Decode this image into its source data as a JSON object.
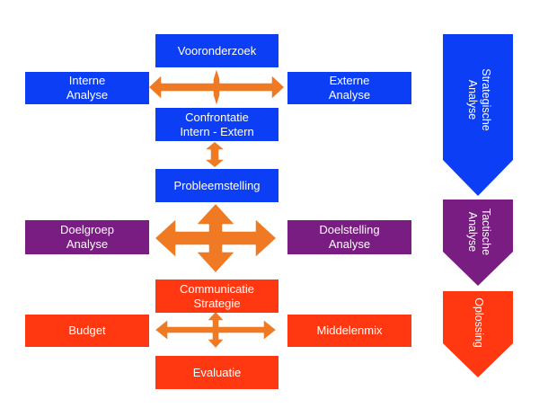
{
  "colors": {
    "blue": "#0c3ef5",
    "purple": "#7a1d82",
    "red": "#ff3812",
    "arrow_fill": "#f07a23",
    "arrow_stroke": "#ffffff"
  },
  "boxes": {
    "vooronderzoek": "Vooronderzoek",
    "interne_analyse": [
      "Interne",
      "Analyse"
    ],
    "externe_analyse": [
      "Externe",
      "Analyse"
    ],
    "confrontatie": [
      "Confrontatie",
      "Intern - Extern"
    ],
    "probleemstelling": "Probleemstelling",
    "doelgroep_analyse": [
      "Doelgroep",
      "Analyse"
    ],
    "doelstelling_analyse": [
      "Doelstelling",
      "Analyse"
    ],
    "communicatie_strategie": [
      "Communicatie",
      "Strategie"
    ],
    "budget": "Budget",
    "middelenmix": "Middelenmix",
    "evaluatie": "Evaluatie"
  },
  "phases": {
    "strategische": [
      "Strategische",
      "Analyse"
    ],
    "tactische": [
      "Tactische",
      "Analyse"
    ],
    "oplossing": [
      "Oplossing"
    ]
  }
}
